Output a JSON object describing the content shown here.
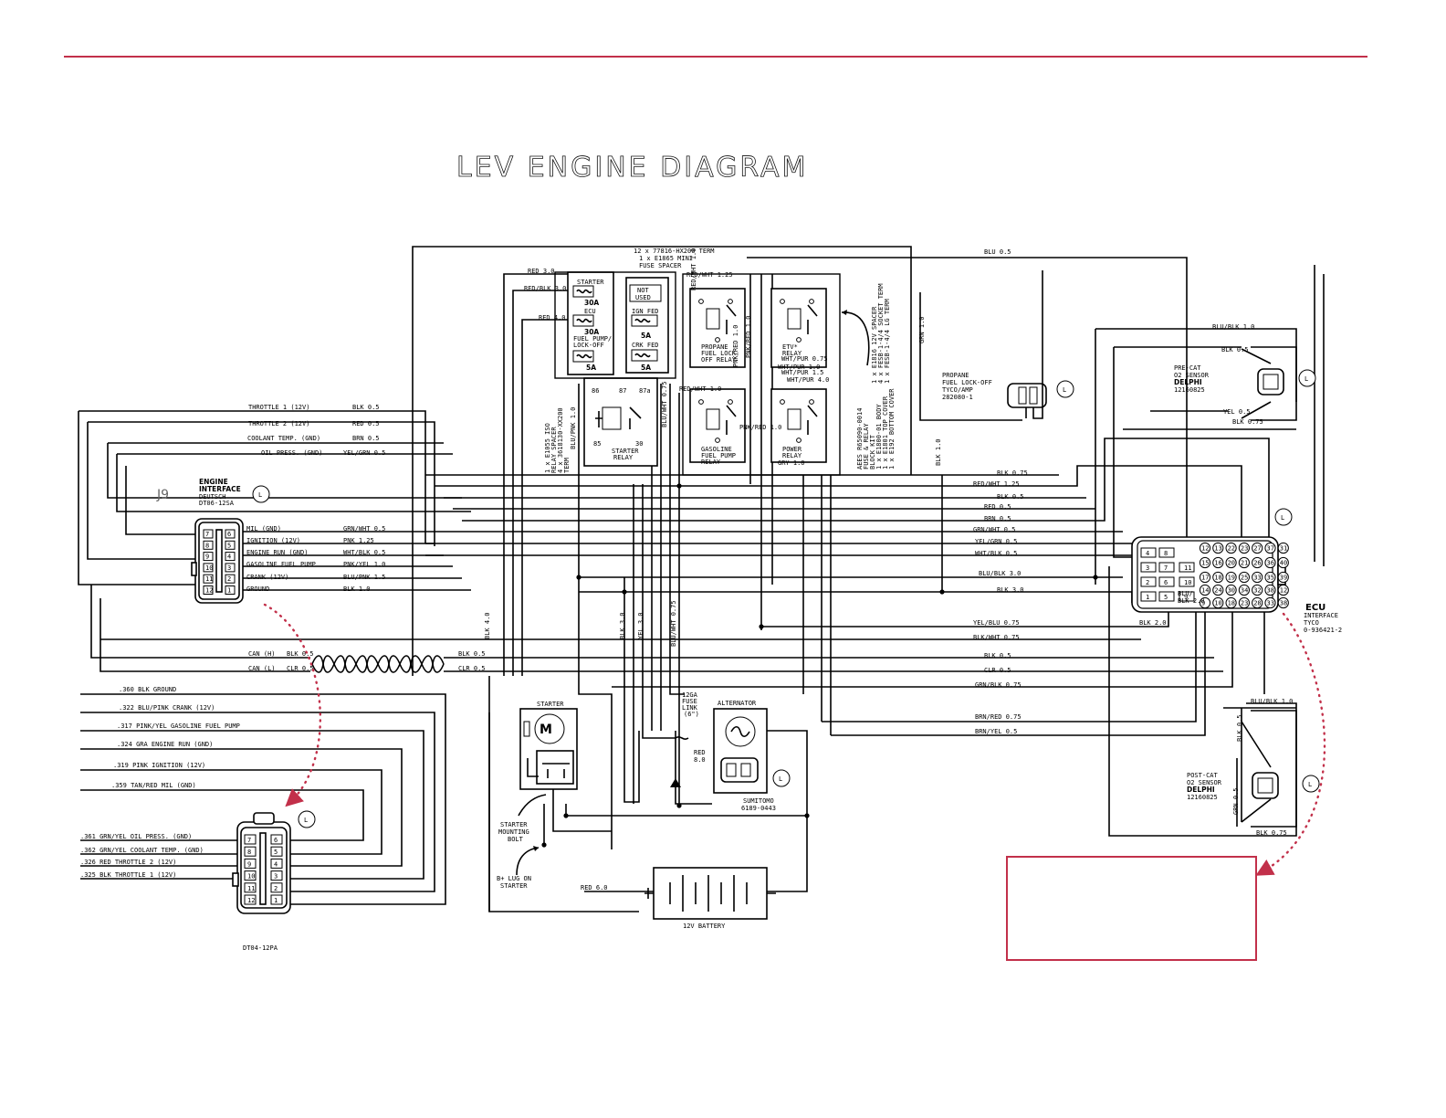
{
  "page": {
    "title": "LEV ENGINE DIAGRAM",
    "accent": "#c2304a"
  },
  "engine_interface": {
    "id": "J9",
    "name1": "ENGINE",
    "name2": "INTERFACE",
    "make": "DEUTSCH",
    "part": "DT06-12SA",
    "badge": "L",
    "pins_left": [
      "7",
      "8",
      "9",
      "10",
      "11",
      "12"
    ],
    "pins_right": [
      "6",
      "5",
      "4",
      "3",
      "2",
      "1"
    ],
    "circuits": [
      {
        "name": "THROTTLE 1 (12V)",
        "wire": "BLK 0.5"
      },
      {
        "name": "THROTTLE 2 (12V)",
        "wire": "RED 0.5"
      },
      {
        "name": "COOLANT TEMP. (GND)",
        "wire": "BRN 0.5"
      },
      {
        "name": "OIL PRESS. (GND)",
        "wire": "YEL/GRN 0.5"
      },
      {
        "name": "MIL (GND)",
        "wire": "GRN/WHT 0.5"
      },
      {
        "name": "IGNITION (12V)",
        "wire": "PNK 1.25"
      },
      {
        "name": "ENGINE RUN (GND)",
        "wire": "WHT/BLK 0.5"
      },
      {
        "name": "GASOLINE FUEL PUMP",
        "wire": "PNK/YEL 1.0"
      },
      {
        "name": "CRANK (12V)",
        "wire": "BLU/PNK 1.5"
      },
      {
        "name": "GROUND",
        "wire": "BLK 1.0"
      }
    ],
    "can": [
      {
        "name": "CAN (H)",
        "wire": "BLK 0.5"
      },
      {
        "name": "CAN (L)",
        "wire": "CLR 0.5"
      }
    ]
  },
  "harness": {
    "part": "DT04-12PA",
    "badge": "L",
    "pins_left": [
      "7",
      "8",
      "9",
      "10",
      "11",
      "12"
    ],
    "pins_right": [
      "6",
      "5",
      "4",
      "3",
      "2",
      "1"
    ],
    "circuits": [
      ".360 BLK   GROUND",
      ".322 BLU/PINK  CRANK (12V)",
      ".317 PINK/YEL GASOLINE FUEL PUMP",
      ".324 GRA ENGINE RUN (GND)",
      ".319 PINK IGNITION (12V)",
      ".359 TAN/RED  MIL (GND)",
      ".361 GRN/YEL OIL PRESS. (GND)",
      ".362 GRN/YEL COOLANT TEMP. (GND)",
      ".326 RED  THROTTLE 2 (12V)",
      ".325 BLK THROTTLE 1 (12V)"
    ]
  },
  "fuse_block": {
    "term_note1": "12 x 77816-HX200 TERM",
    "term_note2": "1 x E1865 MINI",
    "term_note3": "FUSE SPACER",
    "fuses": [
      {
        "name": "STARTER",
        "rating": "30A"
      },
      {
        "name": "ECU",
        "rating": "30A"
      },
      {
        "name": "FUEL PUMP/",
        "name2": "LOCK-OFF",
        "rating": "5A"
      },
      {
        "name": "NOT",
        "name2": "USED",
        "rating": ""
      },
      {
        "name": "IGN FED",
        "rating": "5A"
      },
      {
        "name": "CRK FED",
        "rating": "5A"
      }
    ],
    "relay_pins": [
      "86",
      "87",
      "87a",
      "85",
      "30"
    ],
    "starter_relay1": "STARTER",
    "starter_relay2": "RELAY",
    "side_note1": "1 x E1055 ISO",
    "side_note2": "RELAY SPACER",
    "side_note3": "4 x 3618130-XX200",
    "side_note4": "TERM",
    "body_note1": "AEES R65090-0014",
    "body_note2": "FUSE & RELAY",
    "body_note3": "BLOCK KIT",
    "body_note4": "1 x E1800-01 BODY",
    "body_note5": "1 x E1801 TOP COVER",
    "body_note6": "1 x E192 BOTTOM COVER",
    "spacer_note1": "1 x E1816 12V SPACER",
    "spacer_note2": "4 x FESB-1-4/4 SOCKET TERM",
    "spacer_note3": "1 x FESB-1-4/4 LG TERM",
    "relays": [
      {
        "l1": "PROPANE",
        "l2": "FUEL LOCK-",
        "l3": "OFF RELAY"
      },
      {
        "l1": "ETV*",
        "l2": "RELAY",
        "l3": ""
      },
      {
        "l1": "GASOLINE",
        "l2": "FUEL PUMP",
        "l3": "RELAY"
      },
      {
        "l1": "POWER",
        "l2": "RELAY",
        "l3": ""
      }
    ],
    "wires": [
      "RED 3.0",
      "RED/BLK 3.0",
      "RED 4.0",
      "RED/WHT 1.25",
      "RED/WHT 1.0",
      "PNK/RED 1.0",
      "WHT/PUR 1.0",
      "WHT/PUR 0.75",
      "WHT/PUR 1.5",
      "PNK/RED 1.0",
      "WHT/PUR 4.0",
      "RED/WHT 1.0",
      "PNK/RED 1.0",
      "GRY 1.0",
      "BLU/PNK 1.0",
      "BLU/WHT 0.75"
    ]
  },
  "vertical_wires": [
    "BLK 4.0",
    "BLK 3.0",
    "YEL 3.0",
    "BLU/WHT 0.75",
    "GRN 1.0",
    "BLK 1.0"
  ],
  "bus_wires": [
    "BLU 0.5",
    "BLK 0.75",
    "RED/WHT 1.25",
    "BLK 0.5",
    "RED 0.5",
    "BRN 0.5",
    "GRN/WHT 0.5",
    "YEL/GRN 0.5",
    "WHT/BLK 0.5",
    "BLU/BLK 3.0",
    "BLK 3.0",
    "YEL/BLU 0.75",
    "BLK/WHT 0.75",
    "BLK 0.5",
    "CLR 0.5",
    "GRN/BLK 0.75",
    "BRN/RED 0.75",
    "BRN/YEL 0.5"
  ],
  "propane_lockoff": {
    "l1": "PROPANE",
    "l2": "FUEL LOCK-OFF",
    "l3": "TYCO/AMP",
    "l4": "282080-1",
    "badge": "L"
  },
  "precat": {
    "l1": "PRE-CAT",
    "l2": "O2 SENSOR",
    "l3": "DELPHI",
    "l4": "12160825",
    "badge": "L",
    "w1": "BLU/BLK 1.0",
    "w2": "BLK 0.5",
    "w3": "YEL 0.5",
    "w4": "BLK 0.75"
  },
  "postcat": {
    "l1": "POST-CAT",
    "l2": "O2 SENSOR",
    "l3": "DELPHI",
    "l4": "12160825",
    "badge": "L",
    "w1": "BLU/BLK 1.0",
    "w2": "BLK 0.5",
    "w3": "GRN 0.5",
    "w4": "BLK 0.75"
  },
  "ecu": {
    "l1": "ECU",
    "l2": "INTERFACE",
    "l3": "TYCO",
    "l4": "0-936421-2",
    "badge": "L",
    "small_pins": [
      "4",
      "8",
      "3",
      "7",
      "11",
      "2",
      "6",
      "10",
      "1",
      "5",
      "9"
    ],
    "row1": [
      "12",
      "13",
      "22",
      "23",
      "27",
      "37",
      "31"
    ],
    "row2": [
      "15",
      "16",
      "20",
      "21",
      "26",
      "36",
      "40"
    ],
    "row3": [
      "17",
      "18",
      "19",
      "25",
      "33",
      "35",
      "39"
    ],
    "row4": [
      "14",
      "24",
      "30",
      "34",
      "32",
      "38",
      "12"
    ],
    "row5": [
      "9",
      "10",
      "18",
      "23",
      "28",
      "33",
      "38"
    ],
    "w1": "BLU/",
    "w2": "BLK 2.0",
    "w3": "BLK 2.0"
  },
  "starter": {
    "label": "STARTER",
    "motor": "M",
    "bolt1": "STARTER",
    "bolt2": "MOUNTING",
    "bolt3": "BOLT",
    "lug1": "B+ LUG ON",
    "lug2": "STARTER",
    "red": "RED 6.0"
  },
  "alternator": {
    "label": "ALTERNATOR",
    "fuse1": "12GA",
    "fuse2": "FUSE",
    "fuse3": "LINK",
    "fuse4": "(6\")",
    "wire1": "RED",
    "wire2": "8.0",
    "make": "SUMITOMO",
    "part": "6189-0443",
    "badge": "L"
  },
  "battery": {
    "label": "12V BATTERY"
  }
}
